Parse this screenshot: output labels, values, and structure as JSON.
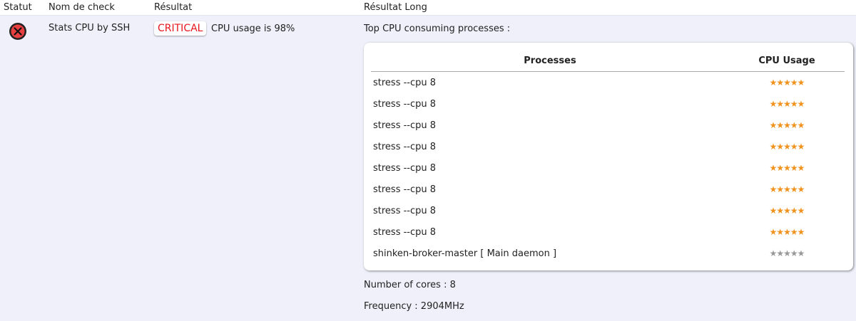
{
  "headers": {
    "status": "Statut",
    "check": "Nom de check",
    "result": "Résultat",
    "long": "Résultat Long"
  },
  "row": {
    "status_icon": "critical-x-icon",
    "check_name": "Stats CPU by SSH",
    "state": "CRITICAL",
    "output": "CPU usage is 98%",
    "long_title": "Top CPU consuming processes :",
    "table": {
      "columns": [
        "Processes",
        "CPU Usage"
      ],
      "rows": [
        {
          "process": "stress --cpu 8",
          "stars": 5
        },
        {
          "process": "stress --cpu 8",
          "stars": 5
        },
        {
          "process": "stress --cpu 8",
          "stars": 5
        },
        {
          "process": "stress --cpu 8",
          "stars": 5
        },
        {
          "process": "stress --cpu 8",
          "stars": 5
        },
        {
          "process": "stress --cpu 8",
          "stars": 5
        },
        {
          "process": "stress --cpu 8",
          "stars": 5
        },
        {
          "process": "stress --cpu 8",
          "stars": 5
        },
        {
          "process": "shinken-broker-master [ Main daemon ]",
          "stars": 0
        }
      ]
    },
    "cores": "Number of cores : 8",
    "frequency": "Frequency : 2904MHz"
  },
  "colors": {
    "critical": "#e8141c",
    "star_on": "#f0921e",
    "star_off": "#999999"
  }
}
